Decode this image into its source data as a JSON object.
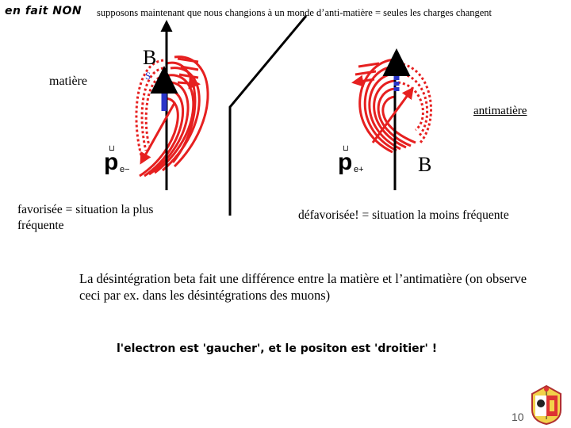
{
  "header": {
    "en_fait": "en fait NON",
    "subtitle": "supposons maintenant que nous changions à un monde d’anti-matière = seules les charges changent"
  },
  "left_panel": {
    "label": "matière",
    "field_label": "B",
    "spin_label": "S",
    "momentum_symbol": "p",
    "momentum_sub": "e−",
    "caption": "favorisée = situation la plus fréquente"
  },
  "right_panel": {
    "label": "antimatière",
    "field_label": "B",
    "momentum_symbol": "p",
    "momentum_sub": "e+",
    "caption": "défavorisée! = situation la moins fréquente"
  },
  "conclusion": "La désintégration beta fait une différence entre la matière et l’antimatière (on observe ceci par ex. dans les désintégrations des muons)",
  "electron_note": "l'electron est 'gaucher', et le positon est 'droitier' !",
  "page_number": "10",
  "colors": {
    "field_lines": "#e62020",
    "spin_arrow": "#2a35c8",
    "text": "#000000"
  }
}
